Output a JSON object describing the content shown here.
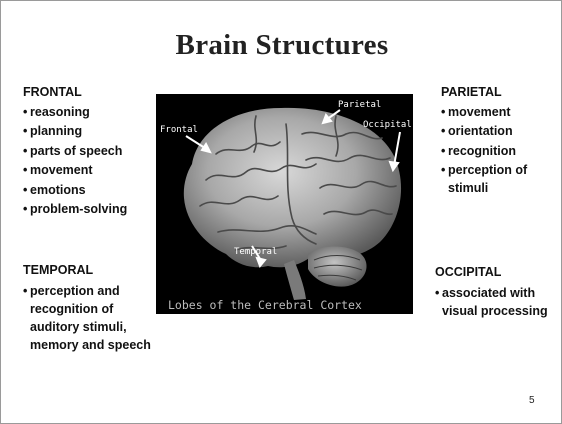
{
  "slide": {
    "title": "Brain Structures",
    "page_number": "5"
  },
  "frontal": {
    "heading": "FRONTAL",
    "items": [
      "reasoning",
      "planning",
      "parts of speech",
      "movement",
      "emotions",
      "problem-solving"
    ]
  },
  "temporal": {
    "heading": "TEMPORAL",
    "text": [
      "perception and",
      "recognition of",
      "auditory stimuli,",
      "memory and speech"
    ]
  },
  "parietal": {
    "heading": "PARIETAL",
    "items": [
      "movement",
      "orientation",
      "recognition"
    ],
    "wrap_item": [
      "perception of",
      "stimuli"
    ]
  },
  "occipital": {
    "heading": "OCCIPITAL",
    "text": [
      "associated with",
      "visual processing"
    ]
  },
  "image": {
    "labels": {
      "frontal": "Frontal",
      "parietal": "Parietal",
      "occipital": "Occipital",
      "temporal": "Temporal"
    },
    "caption": "Lobes of the Cerebral Cortex"
  }
}
